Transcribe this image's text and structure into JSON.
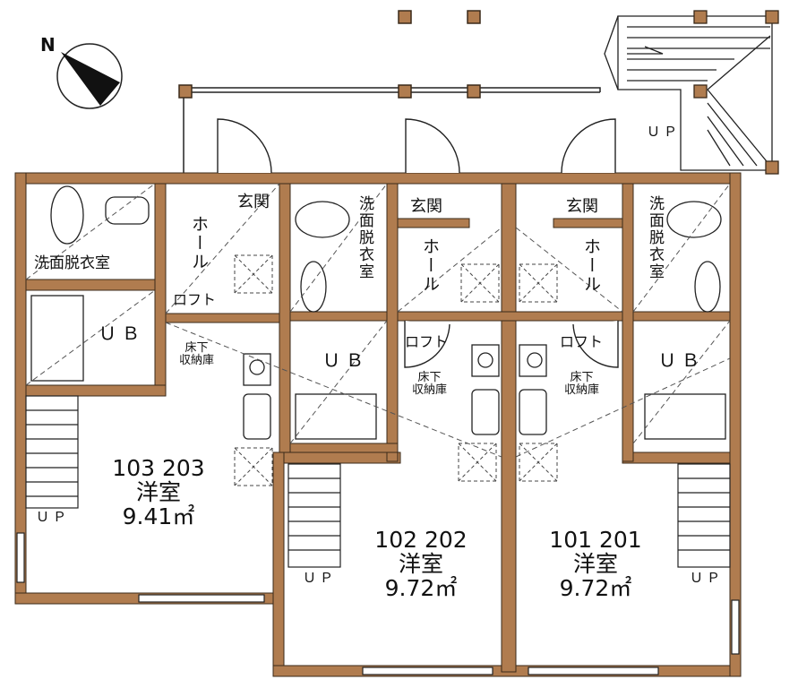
{
  "compass": {
    "north": "N"
  },
  "labels": {
    "genkan": "玄関",
    "hall": "ホール",
    "loft": "ロフト",
    "ub": "ＵＢ",
    "washroom": "洗面脱衣室",
    "storage_line1": "床下",
    "storage_line2": "収納庫",
    "up": "ＵＰ",
    "western_room": "洋室"
  },
  "units": [
    {
      "numbers": "103 203",
      "area": "9.41㎡"
    },
    {
      "numbers": "102 202",
      "area": "9.72㎡"
    },
    {
      "numbers": "101 201",
      "area": "9.72㎡"
    }
  ],
  "colors": {
    "wall": "#b07c4f",
    "wall_outline": "#3a2a1a",
    "line": "#222222",
    "dash": "#555555"
  }
}
